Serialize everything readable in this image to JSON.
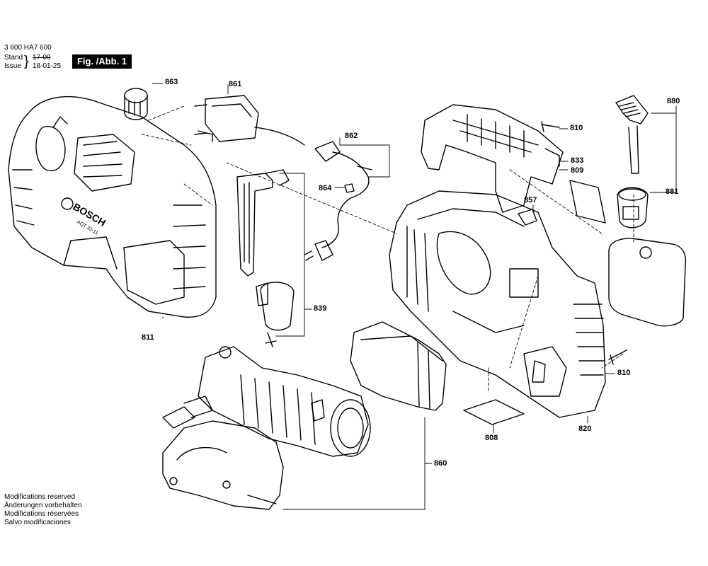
{
  "header": {
    "doc_number": "3 600 HA7 600",
    "stand_label": "Stand",
    "stand_value": "17-09",
    "issue_label": "Issue",
    "issue_value": "18-01-25",
    "fig_label": "Fig. /Abb. 1"
  },
  "housing_logo": "BOSCH",
  "housing_model": "AQT 33-11",
  "parts": [
    {
      "id": "p863",
      "number": "863"
    },
    {
      "id": "p861",
      "number": "861"
    },
    {
      "id": "p862",
      "number": "862"
    },
    {
      "id": "p864",
      "number": "864"
    },
    {
      "id": "p811",
      "number": "811"
    },
    {
      "id": "p839",
      "number": "839"
    },
    {
      "id": "p860",
      "number": "860"
    },
    {
      "id": "p810a",
      "number": "810"
    },
    {
      "id": "p833",
      "number": "833"
    },
    {
      "id": "p809",
      "number": "809"
    },
    {
      "id": "p857",
      "number": "857"
    },
    {
      "id": "p880",
      "number": "880"
    },
    {
      "id": "p881",
      "number": "881"
    },
    {
      "id": "p810b",
      "number": "810"
    },
    {
      "id": "p820",
      "number": "820"
    },
    {
      "id": "p808",
      "number": "808"
    }
  ],
  "footer_notes": [
    "Modifications reserved",
    "Änderungen vorbehalten",
    "Modifications réservées",
    "Salvo modificaciones"
  ]
}
